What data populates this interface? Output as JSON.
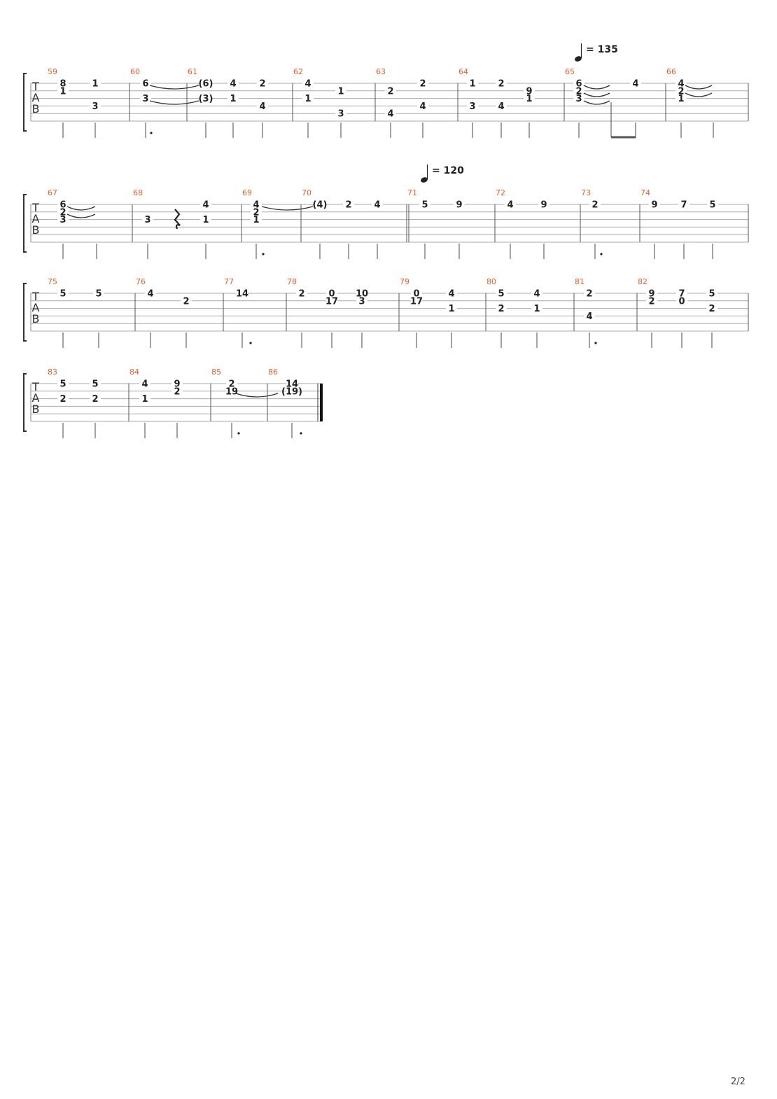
{
  "page": {
    "number": "2/2"
  },
  "tab_letters": [
    "T",
    "A",
    "B"
  ],
  "tempos": [
    {
      "bpm_label": "= 135",
      "measure": "65"
    },
    {
      "bpm_label": "= 120",
      "measure": "71"
    }
  ],
  "systems": [
    {
      "measures": [
        {
          "number": "59",
          "notes": [
            {
              "beat": 0,
              "string": 1,
              "fret": "8"
            },
            {
              "beat": 0,
              "string": 2,
              "fret": "1"
            },
            {
              "beat": 1,
              "string": 1,
              "fret": "1"
            },
            {
              "beat": 1,
              "string": 4,
              "fret": "3"
            }
          ]
        },
        {
          "number": "60",
          "notes": [
            {
              "beat": 0,
              "string": 1,
              "fret": "6"
            },
            {
              "beat": 0,
              "string": 3,
              "fret": "3"
            }
          ]
        },
        {
          "number": "61",
          "notes": [
            {
              "beat": 0,
              "string": 1,
              "fret": "(6)"
            },
            {
              "beat": 0,
              "string": 3,
              "fret": "(3)"
            },
            {
              "beat": 1,
              "string": 1,
              "fret": "4"
            },
            {
              "beat": 1,
              "string": 3,
              "fret": "1"
            },
            {
              "beat": 2,
              "string": 1,
              "fret": "2"
            },
            {
              "beat": 2,
              "string": 4,
              "fret": "4"
            }
          ]
        },
        {
          "number": "62",
          "notes": [
            {
              "beat": 0,
              "string": 1,
              "fret": "4"
            },
            {
              "beat": 0,
              "string": 3,
              "fret": "1"
            },
            {
              "beat": 1,
              "string": 2,
              "fret": "1"
            },
            {
              "beat": 1,
              "string": 5,
              "fret": "3"
            }
          ]
        },
        {
          "number": "63",
          "notes": [
            {
              "beat": 0,
              "string": 2,
              "fret": "2"
            },
            {
              "beat": 0,
              "string": 5,
              "fret": "4"
            },
            {
              "beat": 1,
              "string": 1,
              "fret": "2"
            },
            {
              "beat": 1,
              "string": 4,
              "fret": "4"
            }
          ]
        },
        {
          "number": "64",
          "notes": [
            {
              "beat": 0,
              "string": 1,
              "fret": "1"
            },
            {
              "beat": 0,
              "string": 4,
              "fret": "3"
            },
            {
              "beat": 1,
              "string": 1,
              "fret": "2"
            },
            {
              "beat": 1,
              "string": 4,
              "fret": "4"
            },
            {
              "beat": 2,
              "string": 2,
              "fret": "9"
            },
            {
              "beat": 2,
              "string": 3,
              "fret": "1"
            }
          ]
        },
        {
          "number": "65",
          "notes": [
            {
              "beat": 0,
              "string": 1,
              "fret": "6"
            },
            {
              "beat": 0,
              "string": 2,
              "fret": "2"
            },
            {
              "beat": 0,
              "string": 3,
              "fret": "3"
            },
            {
              "beat": 1,
              "string": 1,
              "fret": "4"
            }
          ]
        },
        {
          "number": "66",
          "notes": [
            {
              "beat": 0,
              "string": 1,
              "fret": "4"
            },
            {
              "beat": 0,
              "string": 2,
              "fret": "2"
            },
            {
              "beat": 0,
              "string": 3,
              "fret": "1"
            }
          ]
        }
      ]
    },
    {
      "measures": [
        {
          "number": "67",
          "notes": [
            {
              "beat": 0,
              "string": 1,
              "fret": "6"
            },
            {
              "beat": 0,
              "string": 2,
              "fret": "2"
            },
            {
              "beat": 0,
              "string": 3,
              "fret": "3"
            }
          ]
        },
        {
          "number": "68",
          "notes": [
            {
              "beat": 0,
              "string": 3,
              "fret": "3"
            },
            {
              "beat": 2,
              "string": 1,
              "fret": "4"
            },
            {
              "beat": 2,
              "string": 3,
              "fret": "1"
            }
          ]
        },
        {
          "number": "69",
          "notes": [
            {
              "beat": 0,
              "string": 1,
              "fret": "4"
            },
            {
              "beat": 0,
              "string": 2,
              "fret": "2"
            },
            {
              "beat": 0,
              "string": 3,
              "fret": "1"
            }
          ]
        },
        {
          "number": "70",
          "notes": [
            {
              "beat": 0,
              "string": 1,
              "fret": "(4)"
            },
            {
              "beat": 1,
              "string": 1,
              "fret": "2"
            },
            {
              "beat": 2,
              "string": 1,
              "fret": "4"
            }
          ]
        },
        {
          "number": "71",
          "notes": [
            {
              "beat": 0,
              "string": 1,
              "fret": "5"
            },
            {
              "beat": 1,
              "string": 1,
              "fret": "9"
            }
          ]
        },
        {
          "number": "72",
          "notes": [
            {
              "beat": 0,
              "string": 1,
              "fret": "4"
            },
            {
              "beat": 1,
              "string": 1,
              "fret": "9"
            }
          ]
        },
        {
          "number": "73",
          "notes": [
            {
              "beat": 0,
              "string": 1,
              "fret": "2"
            }
          ]
        },
        {
          "number": "74",
          "notes": [
            {
              "beat": 0,
              "string": 1,
              "fret": "9"
            },
            {
              "beat": 1,
              "string": 1,
              "fret": "7"
            },
            {
              "beat": 2,
              "string": 1,
              "fret": "5"
            }
          ]
        }
      ]
    },
    {
      "measures": [
        {
          "number": "75",
          "notes": [
            {
              "beat": 0,
              "string": 1,
              "fret": "5"
            },
            {
              "beat": 1,
              "string": 1,
              "fret": "5"
            }
          ]
        },
        {
          "number": "76",
          "notes": [
            {
              "beat": 0,
              "string": 1,
              "fret": "4"
            },
            {
              "beat": 1,
              "string": 2,
              "fret": "2"
            }
          ]
        },
        {
          "number": "77",
          "notes": [
            {
              "beat": 0,
              "string": 1,
              "fret": "14"
            }
          ]
        },
        {
          "number": "78",
          "notes": [
            {
              "beat": 0,
              "string": 1,
              "fret": "2"
            },
            {
              "beat": 1,
              "string": 1,
              "fret": "0"
            },
            {
              "beat": 1,
              "string": 2,
              "fret": "17"
            },
            {
              "beat": 2,
              "string": 1,
              "fret": "10"
            },
            {
              "beat": 2,
              "string": 2,
              "fret": "3"
            }
          ]
        },
        {
          "number": "79",
          "notes": [
            {
              "beat": 0,
              "string": 1,
              "fret": "0"
            },
            {
              "beat": 0,
              "string": 2,
              "fret": "17"
            },
            {
              "beat": 1,
              "string": 1,
              "fret": "4"
            },
            {
              "beat": 1,
              "string": 3,
              "fret": "1"
            }
          ]
        },
        {
          "number": "80",
          "notes": [
            {
              "beat": 0,
              "string": 1,
              "fret": "5"
            },
            {
              "beat": 0,
              "string": 3,
              "fret": "2"
            },
            {
              "beat": 1,
              "string": 1,
              "fret": "4"
            },
            {
              "beat": 1,
              "string": 3,
              "fret": "1"
            }
          ]
        },
        {
          "number": "81",
          "notes": [
            {
              "beat": 0,
              "string": 1,
              "fret": "2"
            },
            {
              "beat": 0,
              "string": 4,
              "fret": "4"
            }
          ]
        },
        {
          "number": "82",
          "notes": [
            {
              "beat": 0,
              "string": 1,
              "fret": "9"
            },
            {
              "beat": 0,
              "string": 2,
              "fret": "2"
            },
            {
              "beat": 1,
              "string": 1,
              "fret": "7"
            },
            {
              "beat": 1,
              "string": 2,
              "fret": "0"
            },
            {
              "beat": 2,
              "string": 1,
              "fret": "5"
            },
            {
              "beat": 2,
              "string": 3,
              "fret": "2"
            }
          ]
        }
      ]
    },
    {
      "measures": [
        {
          "number": "83",
          "notes": [
            {
              "beat": 0,
              "string": 1,
              "fret": "5"
            },
            {
              "beat": 0,
              "string": 3,
              "fret": "2"
            },
            {
              "beat": 1,
              "string": 1,
              "fret": "5"
            },
            {
              "beat": 1,
              "string": 3,
              "fret": "2"
            }
          ]
        },
        {
          "number": "84",
          "notes": [
            {
              "beat": 0,
              "string": 1,
              "fret": "4"
            },
            {
              "beat": 0,
              "string": 3,
              "fret": "1"
            },
            {
              "beat": 1,
              "string": 1,
              "fret": "9"
            },
            {
              "beat": 1,
              "string": 2,
              "fret": "2"
            }
          ]
        },
        {
          "number": "85",
          "notes": [
            {
              "beat": 0,
              "string": 1,
              "fret": "2"
            },
            {
              "beat": 0,
              "string": 2,
              "fret": "19"
            }
          ]
        },
        {
          "number": "86",
          "notes": [
            {
              "beat": 0,
              "string": 1,
              "fret": "14"
            },
            {
              "beat": 0,
              "string": 2,
              "fret": "(19)"
            }
          ]
        }
      ]
    }
  ]
}
